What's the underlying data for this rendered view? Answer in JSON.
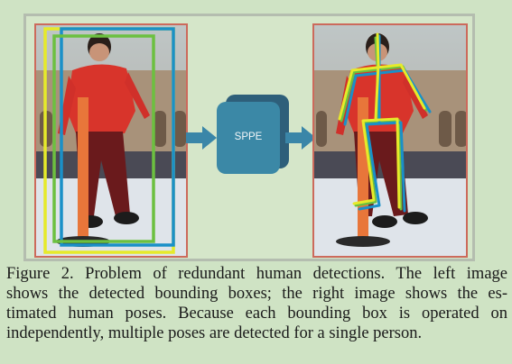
{
  "figure": {
    "sppe_label": "SPPE",
    "caption_lines": [
      "Figure 2. Problem of redundant human detections. The left image",
      "shows the detected bounding boxes; the right image shows the es-",
      "timated human poses.  Because each bounding box is operated on",
      "independently, multiple poses are detected for a single person."
    ],
    "colors": {
      "background": "#cfe3c4",
      "photo_border": "#cc6a5c",
      "box_blue": "#1a90c8",
      "box_green": "#6cc040",
      "box_yellow": "#e6ea2a",
      "sppe_block": "#3a7f9e",
      "arrow": "#3a86a8"
    }
  }
}
